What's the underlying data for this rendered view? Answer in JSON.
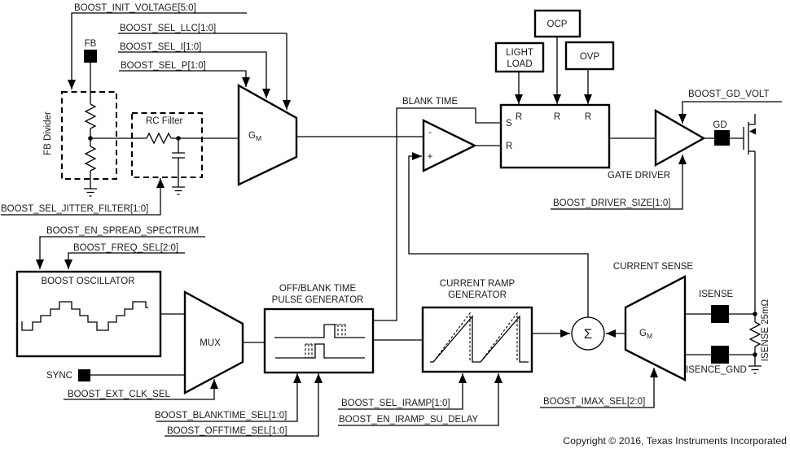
{
  "diagram": {
    "signals": {
      "init_voltage": "BOOST_INIT_VOLTAGE[5:0]",
      "sel_llc": "BOOST_SEL_LLC[1:0]",
      "sel_i": "BOOST_SEL_I[1:0]",
      "sel_p": "BOOST_SEL_P[1:0]",
      "sel_jitter_filter": "BOOST_SEL_JITTER_FILTER[1:0]",
      "en_spread_spectrum": "BOOST_EN_SPREAD_SPECTRUM",
      "freq_sel": "BOOST_FREQ_SEL[2:0]",
      "ext_clk_sel": "BOOST_EXT_CLK_SEL",
      "blanktime_sel": "BOOST_BLANKTIME_SEL[1:0]",
      "offtime_sel": "BOOST_OFFTIME_SEL[1:0]",
      "sel_iramp": "BOOST_SEL_IRAMP[1:0]",
      "en_iramp_su_delay": "BOOST_EN_IRAMP_SU_DELAY",
      "imax_sel": "BOOST_IMAX_SEL[2:0]",
      "gd_volt": "BOOST_GD_VOLT",
      "driver_size": "BOOST_DRIVER_SIZE[1:0]"
    },
    "pins": {
      "fb": "FB",
      "sync": "SYNC",
      "gd": "GD",
      "isense": "ISENSE",
      "isence_gnd": "ISENCE_GND"
    },
    "blocks": {
      "fb_divider": "FB Divider",
      "rc_filter": "RC Filter",
      "gm_main": "G",
      "gm_sub": "M",
      "blank_time": "BLANK TIME",
      "comp_minus": "-",
      "comp_plus": "+",
      "latch_s": "S",
      "latch_r_left": "R",
      "latch_r1": "R",
      "latch_r2": "R",
      "latch_r3": "R",
      "light_load_line1": "LIGHT",
      "light_load_line2": "LOAD",
      "ocp": "OCP",
      "ovp": "OVP",
      "gate_driver": "GATE DRIVER",
      "oscillator": "BOOST OSCILLATOR",
      "mux": "MUX",
      "pulse_gen_line1": "OFF/BLANK TIME",
      "pulse_gen_line2": "PULSE GENERATOR",
      "ramp_gen_line1": "CURRENT RAMP",
      "ramp_gen_line2": "GENERATOR",
      "sigma": "Σ",
      "current_sense": "CURRENT SENSE",
      "cs_gm_main": "G",
      "cs_gm_sub": "M",
      "sense_resistor": "ISENSE 25mΩ"
    },
    "footer": {
      "copyright": "Copyright © 2016, Texas Instruments Incorporated"
    },
    "colors": {
      "line": "#000000",
      "text": "#1b1b1b",
      "background": "#ffffff"
    }
  }
}
